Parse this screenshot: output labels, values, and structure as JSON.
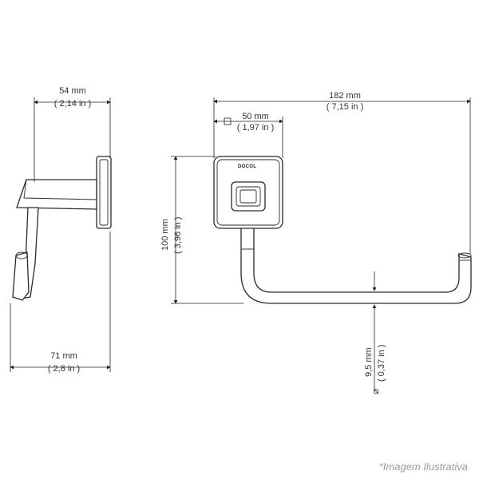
{
  "dimensions": {
    "side_top_width": {
      "mm": "54 mm",
      "in": "( 2,14 in )"
    },
    "side_bottom_width": {
      "mm": "71 mm",
      "in": "( 2,8 in )"
    },
    "front_total_width": {
      "mm": "182 mm",
      "in": "( 7,15 in )"
    },
    "front_plate_width": {
      "mm": "50 mm",
      "in": "( 1,97 in )"
    },
    "front_height": {
      "mm": "100 mm",
      "in": "( 3,96 in )"
    },
    "bar_diameter": {
      "mm": "9,5 mm",
      "in": "( 0,37 in )",
      "symbol": "⌀"
    }
  },
  "brand": "DOCOL",
  "caption": "*Imagem Ilustrativa"
}
